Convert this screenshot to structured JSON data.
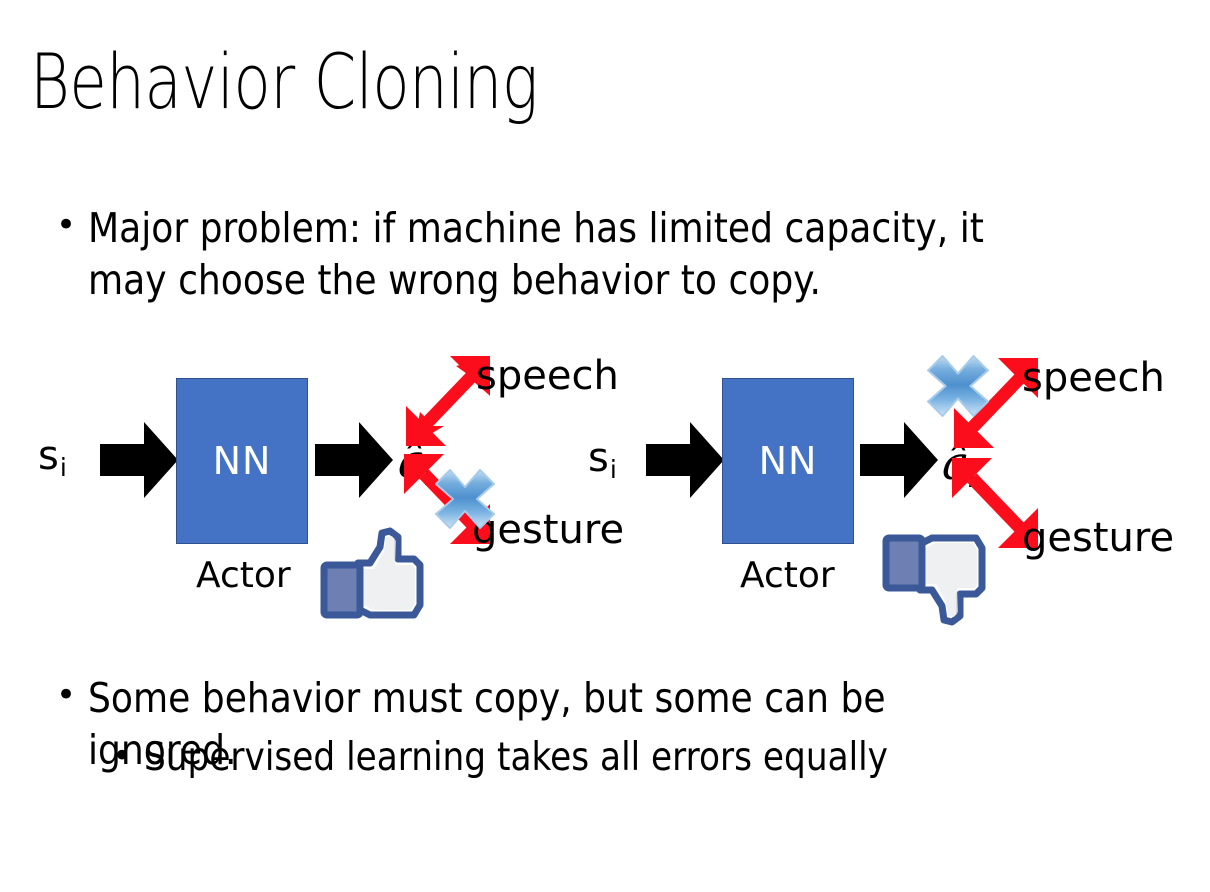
{
  "slide": {
    "title": "Behavior Cloning",
    "background_color": "#FFFFFF",
    "text_color": "#000000"
  },
  "bullets": [
    {
      "level": 1,
      "marker": "•",
      "text": "Major problem: if machine has limited capacity, it\nmay choose the wrong behavior to copy."
    },
    {
      "level": 1,
      "marker": "•",
      "text": "Some behavior must copy, but some can be ignored."
    },
    {
      "level": 2,
      "marker": "•",
      "text": "Supervised learning takes all errors equally"
    }
  ],
  "colors": {
    "nn_box_fill": "#4472C4",
    "nn_box_border": "#2F528F",
    "nn_text": "#FFFFFF",
    "arrow_black": "#000000",
    "arrow_red": "#FF0000",
    "cross_blue_light": "#DEEBF7",
    "cross_blue_mid": "#5B9BD5",
    "cross_blue_dark": "#2E75B6",
    "thumb_outline": "#3B5998",
    "thumb_cuff": "#6D7FB3",
    "thumb_fill": "#FFFFFF",
    "thumb_shadow": "#E4E6EB"
  },
  "diagrams": [
    {
      "id": "left",
      "state_label": "s",
      "state_subscript": "i",
      "input_arrow": "black-block-arrow-right",
      "network_label": "NN",
      "network_caption": "Actor",
      "output_arrow": "black-block-arrow-right",
      "action_label": "â",
      "action_subscript": "i",
      "branches": [
        {
          "label": "speech",
          "arrow": "red-double-arrow",
          "crossed_out": false
        },
        {
          "label": "gesture",
          "arrow": "red-double-arrow",
          "crossed_out": true
        }
      ],
      "feedback_icon": "thumbs-up-icon",
      "feedback_meaning": "positive"
    },
    {
      "id": "right",
      "state_label": "s",
      "state_subscript": "i",
      "input_arrow": "black-block-arrow-right",
      "network_label": "NN",
      "network_caption": "Actor",
      "output_arrow": "black-block-arrow-right",
      "action_label": "â",
      "action_subscript": "i",
      "branches": [
        {
          "label": "speech",
          "arrow": "red-double-arrow",
          "crossed_out": true
        },
        {
          "label": "gesture",
          "arrow": "red-double-arrow",
          "crossed_out": false
        }
      ],
      "feedback_icon": "thumbs-down-icon",
      "feedback_meaning": "negative"
    }
  ]
}
